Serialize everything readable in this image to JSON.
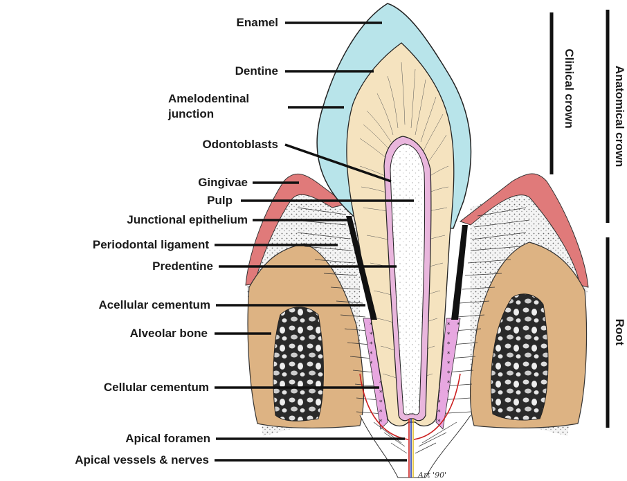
{
  "labels": {
    "enamel": "Enamel",
    "dentine": "Dentine",
    "amelodentinal_line1": "Amelodentinal",
    "amelodentinal_line2": "junction",
    "odontoblasts": "Odontoblasts",
    "gingivae": "Gingivae",
    "pulp": "Pulp",
    "junctional_epithelium": "Junctional epithelium",
    "periodontal_ligament": "Periodontal ligament",
    "predentine": "Predentine",
    "acellular_cementum": "Acellular cementum",
    "alveolar_bone": "Alveolar bone",
    "cellular_cementum": "Cellular cementum",
    "apical_foramen": "Apical foramen",
    "apical_vessels": "Apical vessels & nerves"
  },
  "regions": {
    "clinical_crown": "Clinical crown",
    "anatomical_crown": "Anatomical crown",
    "root": "Root"
  },
  "signature": "Art '90'",
  "colors": {
    "enamel": "#b8e4ea",
    "dentine": "#f5e3bf",
    "gingiva": "#e07a7a",
    "bone": "#ddb383",
    "cementum": "#e7a7e0",
    "vessel_red": "#cc1f1f",
    "vessel_blue": "#2233aa"
  }
}
